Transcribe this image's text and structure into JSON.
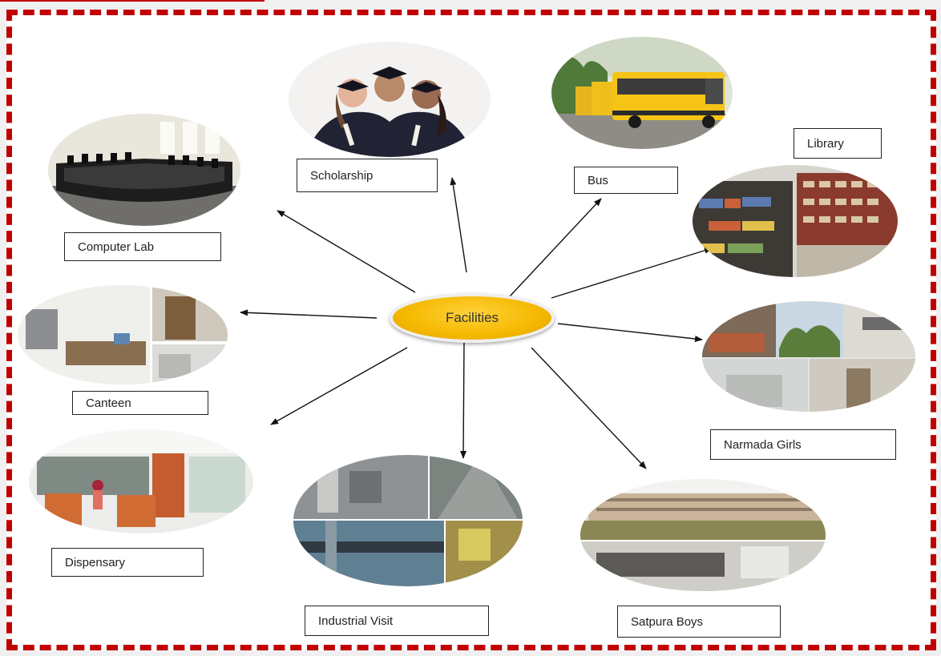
{
  "center": {
    "label": "Facilities"
  },
  "nodes": [
    {
      "id": "scholarship",
      "label": "Scholarship"
    },
    {
      "id": "bus",
      "label": "Bus"
    },
    {
      "id": "library",
      "label": "Library"
    },
    {
      "id": "computer-lab",
      "label": "Computer Lab"
    },
    {
      "id": "canteen",
      "label": "Canteen"
    },
    {
      "id": "narmada-girls",
      "label": "Narmada Girls"
    },
    {
      "id": "dispensary",
      "label": "Dispensary"
    },
    {
      "id": "industrial-visit",
      "label": "Industrial Visit"
    },
    {
      "id": "satpura-boys",
      "label": "Satpura Boys"
    }
  ],
  "colors": {
    "frame": "#c00000",
    "hub": "#f5b800",
    "arrow": "#111111"
  }
}
